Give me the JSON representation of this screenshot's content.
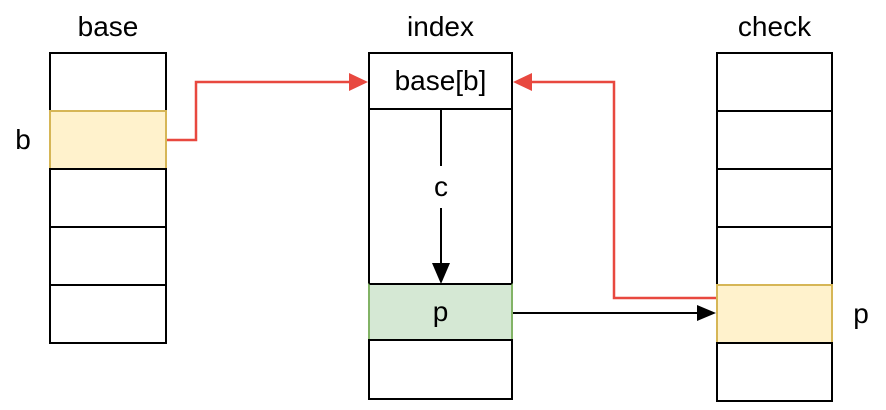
{
  "colors": {
    "background": "#ffffff",
    "text": "#000000",
    "cell_border": "#000000",
    "yellow_fill": "#FFF2CC",
    "yellow_border": "#D6B656",
    "green_fill": "#D5E8D4",
    "green_border": "#82B366",
    "red_arrow": "#E8483F",
    "black_arrow": "#000000"
  },
  "columns": {
    "base": {
      "title": "base",
      "cell_count": 5,
      "highlighted_row": 2,
      "highlight_fill": "#FFF2CC",
      "outside_label": "b",
      "outside_label_side": "left"
    },
    "index": {
      "title": "index",
      "top_cell_label": "base[b]",
      "highlighted_cell_label": "p",
      "highlight_fill": "#D5E8D4",
      "cell_count": 4
    },
    "check": {
      "title": "check",
      "cell_count": 6,
      "highlighted_row": 5,
      "highlight_fill": "#FFF2CC",
      "outside_label": "p",
      "outside_label_side": "right"
    }
  },
  "edges": {
    "base_to_index": {
      "color": "#E8483F",
      "from": "base highlighted cell b",
      "to": "index cell base[b]"
    },
    "check_to_index": {
      "color": "#E8483F",
      "from": "check highlighted cell p",
      "to": "index cell base[b]"
    },
    "index_internal": {
      "color": "#000000",
      "label": "c",
      "from": "index cell base[b]",
      "to": "index cell p"
    },
    "index_to_check": {
      "color": "#000000",
      "from": "index cell p",
      "to": "check highlighted cell p"
    }
  }
}
